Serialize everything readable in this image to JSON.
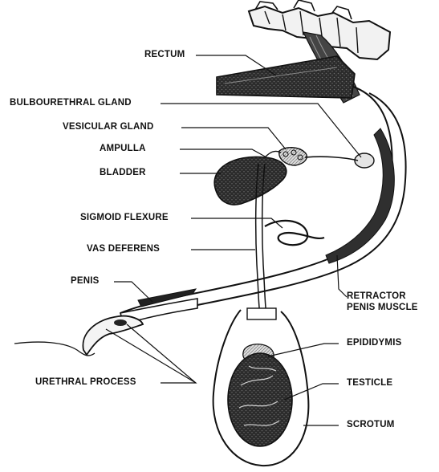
{
  "labels": {
    "rectum": "RECTUM",
    "bulbourethral_gland": "BULBOURETHRAL GLAND",
    "vesicular_gland": "VESICULAR GLAND",
    "ampulla": "AMPULLA",
    "bladder": "BLADDER",
    "sigmoid_flexure": "SIGMOID FLEXURE",
    "vas_deferens": "VAS DEFERENS",
    "penis": "PENIS",
    "urethral_process": "URETHRAL PROCESS",
    "retractor_line1": "RETRACTOR",
    "retractor_line2": "PENIS MUSCLE",
    "epididymis": "EPIDIDYMIS",
    "testicle": "TESTICLE",
    "scrotum": "SCROTUM"
  },
  "colors": {
    "ink": "#111111",
    "dark_fill": "#2a2a2a",
    "mid_fill": "#555555",
    "light_fill": "#d9d9d9",
    "paper": "#ffffff"
  }
}
